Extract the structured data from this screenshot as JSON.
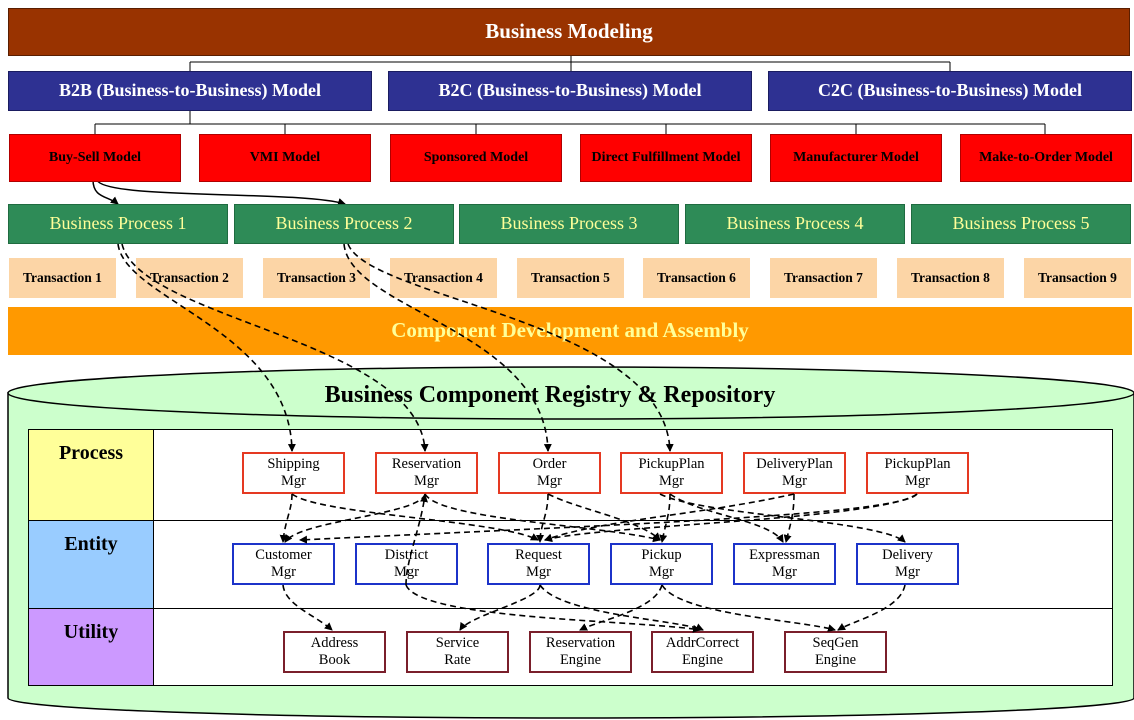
{
  "title": "Business Modeling",
  "models": [
    "B2B (Business-to-Business) Model",
    "B2C (Business-to-Business) Model",
    "C2C (Business-to-Business) Model"
  ],
  "sub_models": [
    "Buy-Sell Model",
    "VMI Model",
    "Sponsored Model",
    "Direct Fulfillment Model",
    "Manufacturer Model",
    "Make-to-Order Model"
  ],
  "processes": [
    "Business Process 1",
    "Business Process 2",
    "Business Process 3",
    "Business Process 4",
    "Business Process 5"
  ],
  "transactions": [
    "Transaction 1",
    "Transaction 2",
    "Transaction 3",
    "Transaction 4",
    "Transaction 5",
    "Transaction 6",
    "Transaction 7",
    "Transaction 8",
    "Transaction 9"
  ],
  "assembly": "Component Development and Assembly",
  "registry": {
    "title": "Business Component Registry & Repository",
    "tiers": {
      "process": "Process",
      "entity": "Entity",
      "utility": "Utility"
    },
    "process_components": [
      {
        "l1": "Shipping",
        "l2": "Mgr"
      },
      {
        "l1": "Reservation",
        "l2": "Mgr"
      },
      {
        "l1": "Order",
        "l2": "Mgr"
      },
      {
        "l1": "PickupPlan",
        "l2": "Mgr"
      },
      {
        "l1": "DeliveryPlan",
        "l2": "Mgr"
      },
      {
        "l1": "PickupPlan",
        "l2": "Mgr"
      }
    ],
    "entity_components": [
      {
        "l1": "Customer",
        "l2": "Mgr"
      },
      {
        "l1": "District",
        "l2": "Mgr"
      },
      {
        "l1": "Request",
        "l2": "Mgr"
      },
      {
        "l1": "Pickup",
        "l2": "Mgr"
      },
      {
        "l1": "Expressman",
        "l2": "Mgr"
      },
      {
        "l1": "Delivery",
        "l2": "Mgr"
      }
    ],
    "utility_components": [
      {
        "l1": "Address",
        "l2": "Book"
      },
      {
        "l1": "Service",
        "l2": "Rate"
      },
      {
        "l1": "Reservation",
        "l2": "Engine"
      },
      {
        "l1": "AddrCorrect",
        "l2": "Engine"
      },
      {
        "l1": "SeqGen",
        "l2": "Engine"
      }
    ]
  },
  "colors": {
    "title_bg": "#993300",
    "model_bg": "#2e3192",
    "sub_model_bg": "#ff0000",
    "process_bg": "#2e8b57",
    "transaction_bg": "#fcd5a6",
    "assembly_bg": "#ff9900",
    "repository_bg": "#ccffcc",
    "process_tier": "#ffff99",
    "entity_tier": "#99ccff",
    "utility_tier": "#cc99ff",
    "process_border": "#e53922",
    "entity_border": "#1c33c9",
    "utility_border": "#7a1f2b"
  }
}
